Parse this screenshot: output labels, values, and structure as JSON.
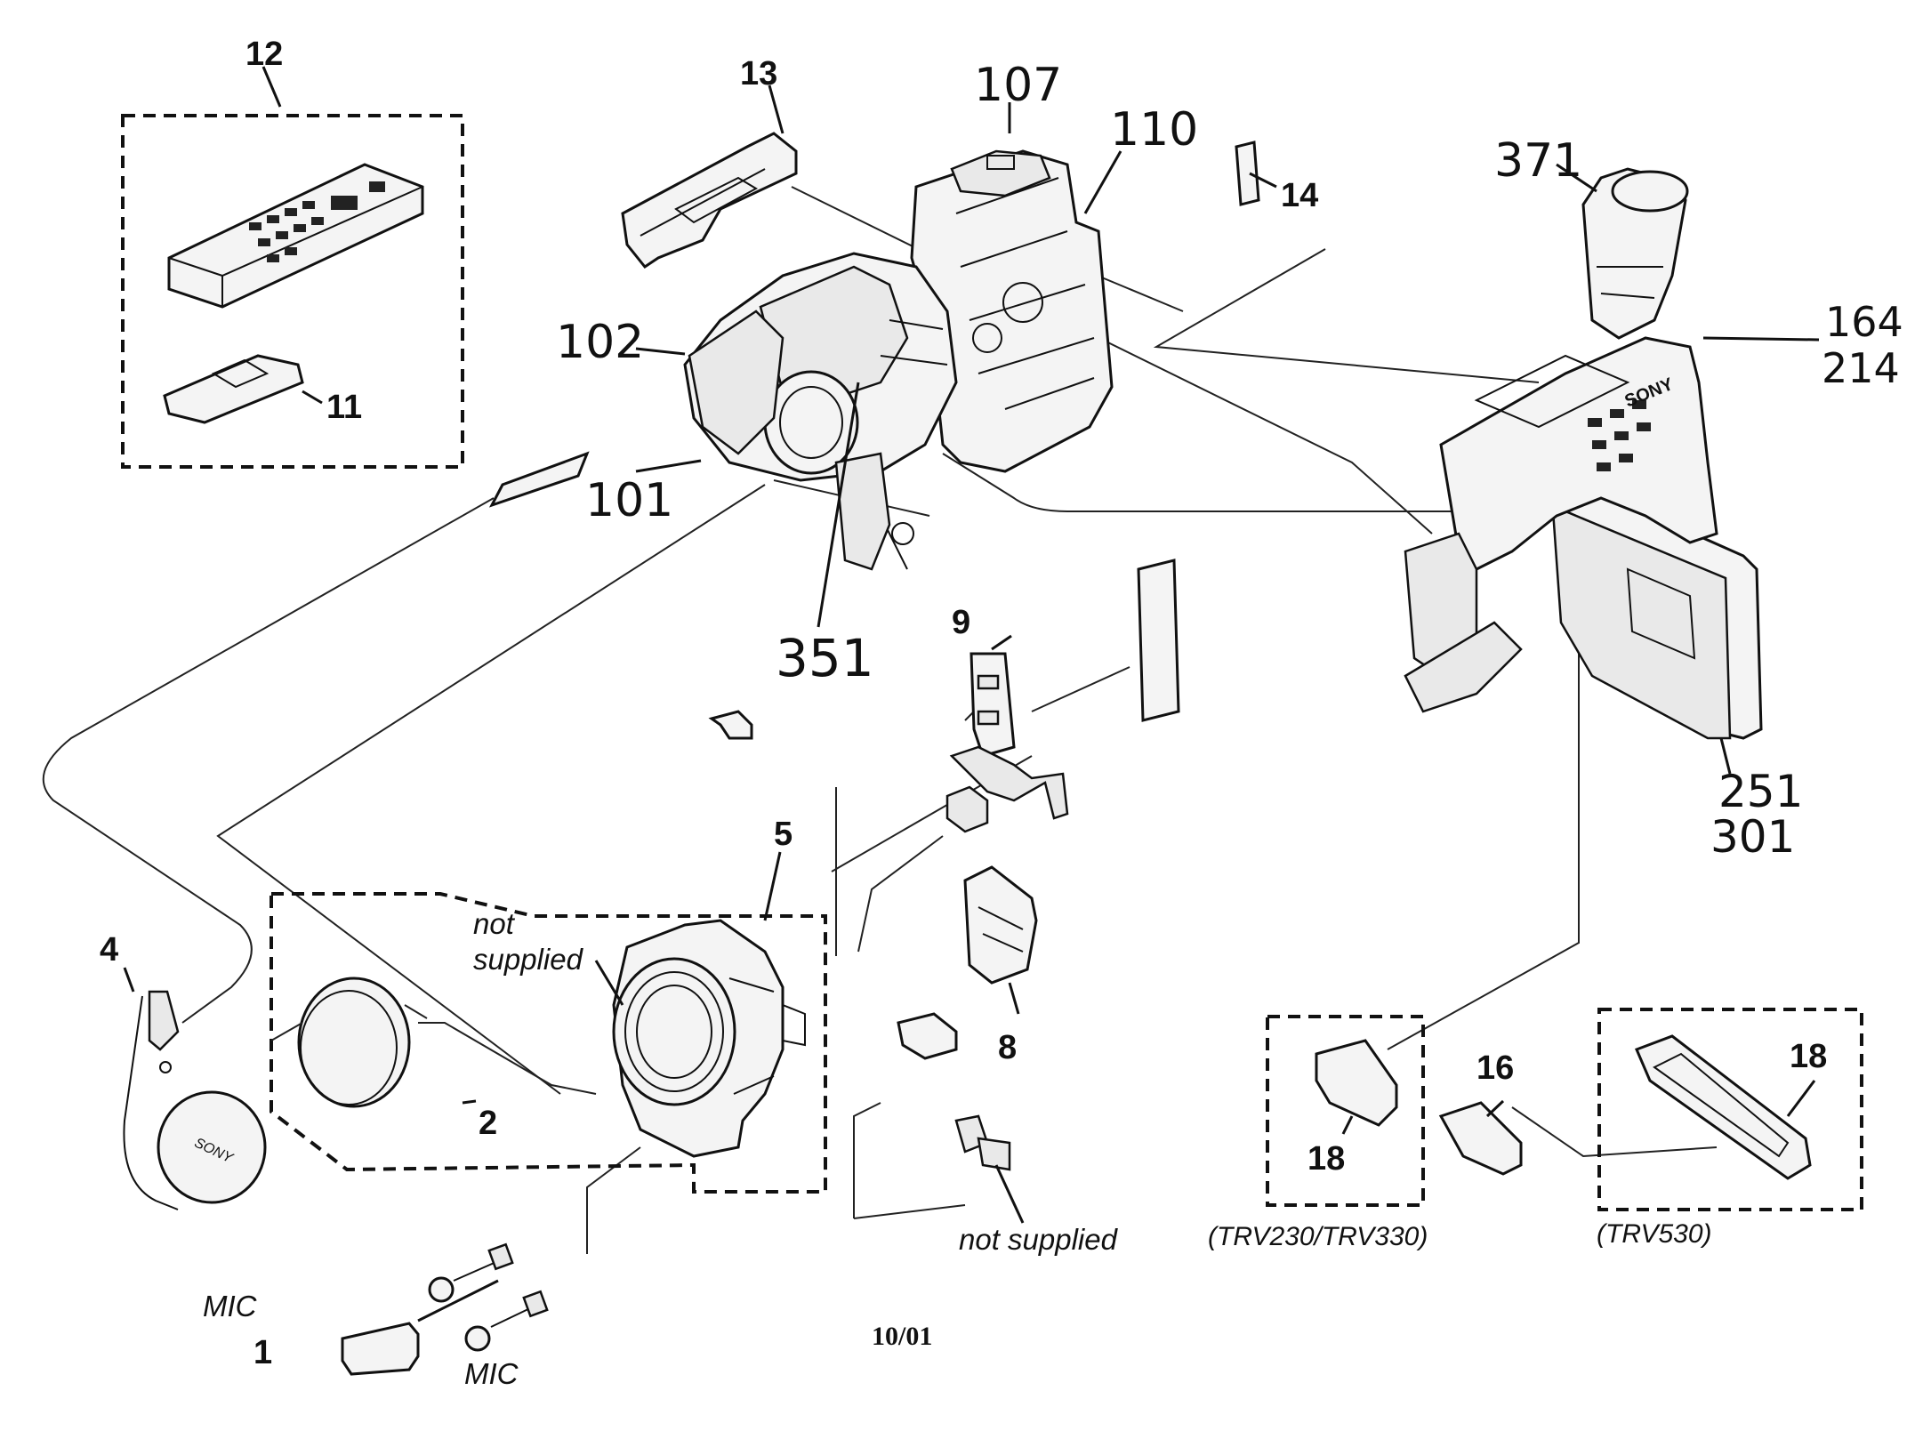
{
  "labels": {
    "p1": "1",
    "p2": "2",
    "p4": "4",
    "p5": "5",
    "p8": "8",
    "p9": "9",
    "p11": "11",
    "p12": "12",
    "p13": "13",
    "p14": "14",
    "p16": "16",
    "p18a": "18",
    "p18b": "18",
    "p101": "101",
    "p102": "102",
    "p107": "107",
    "p110": "110",
    "p164": "164",
    "p214": "214",
    "p251": "251",
    "p301": "301",
    "p351": "351",
    "p371": "371"
  },
  "notes": {
    "not_supplied_top_1": "not",
    "not_supplied_top_2": "supplied",
    "not_supplied_bottom": "not supplied",
    "mic_top": "MIC",
    "mic_bottom": "MIC",
    "model_a": "(TRV230/TRV330)",
    "model_b": "(TRV530)",
    "brand_body": "SONY",
    "brand_cap": "SONY"
  },
  "footer": {
    "date": "10/01"
  }
}
